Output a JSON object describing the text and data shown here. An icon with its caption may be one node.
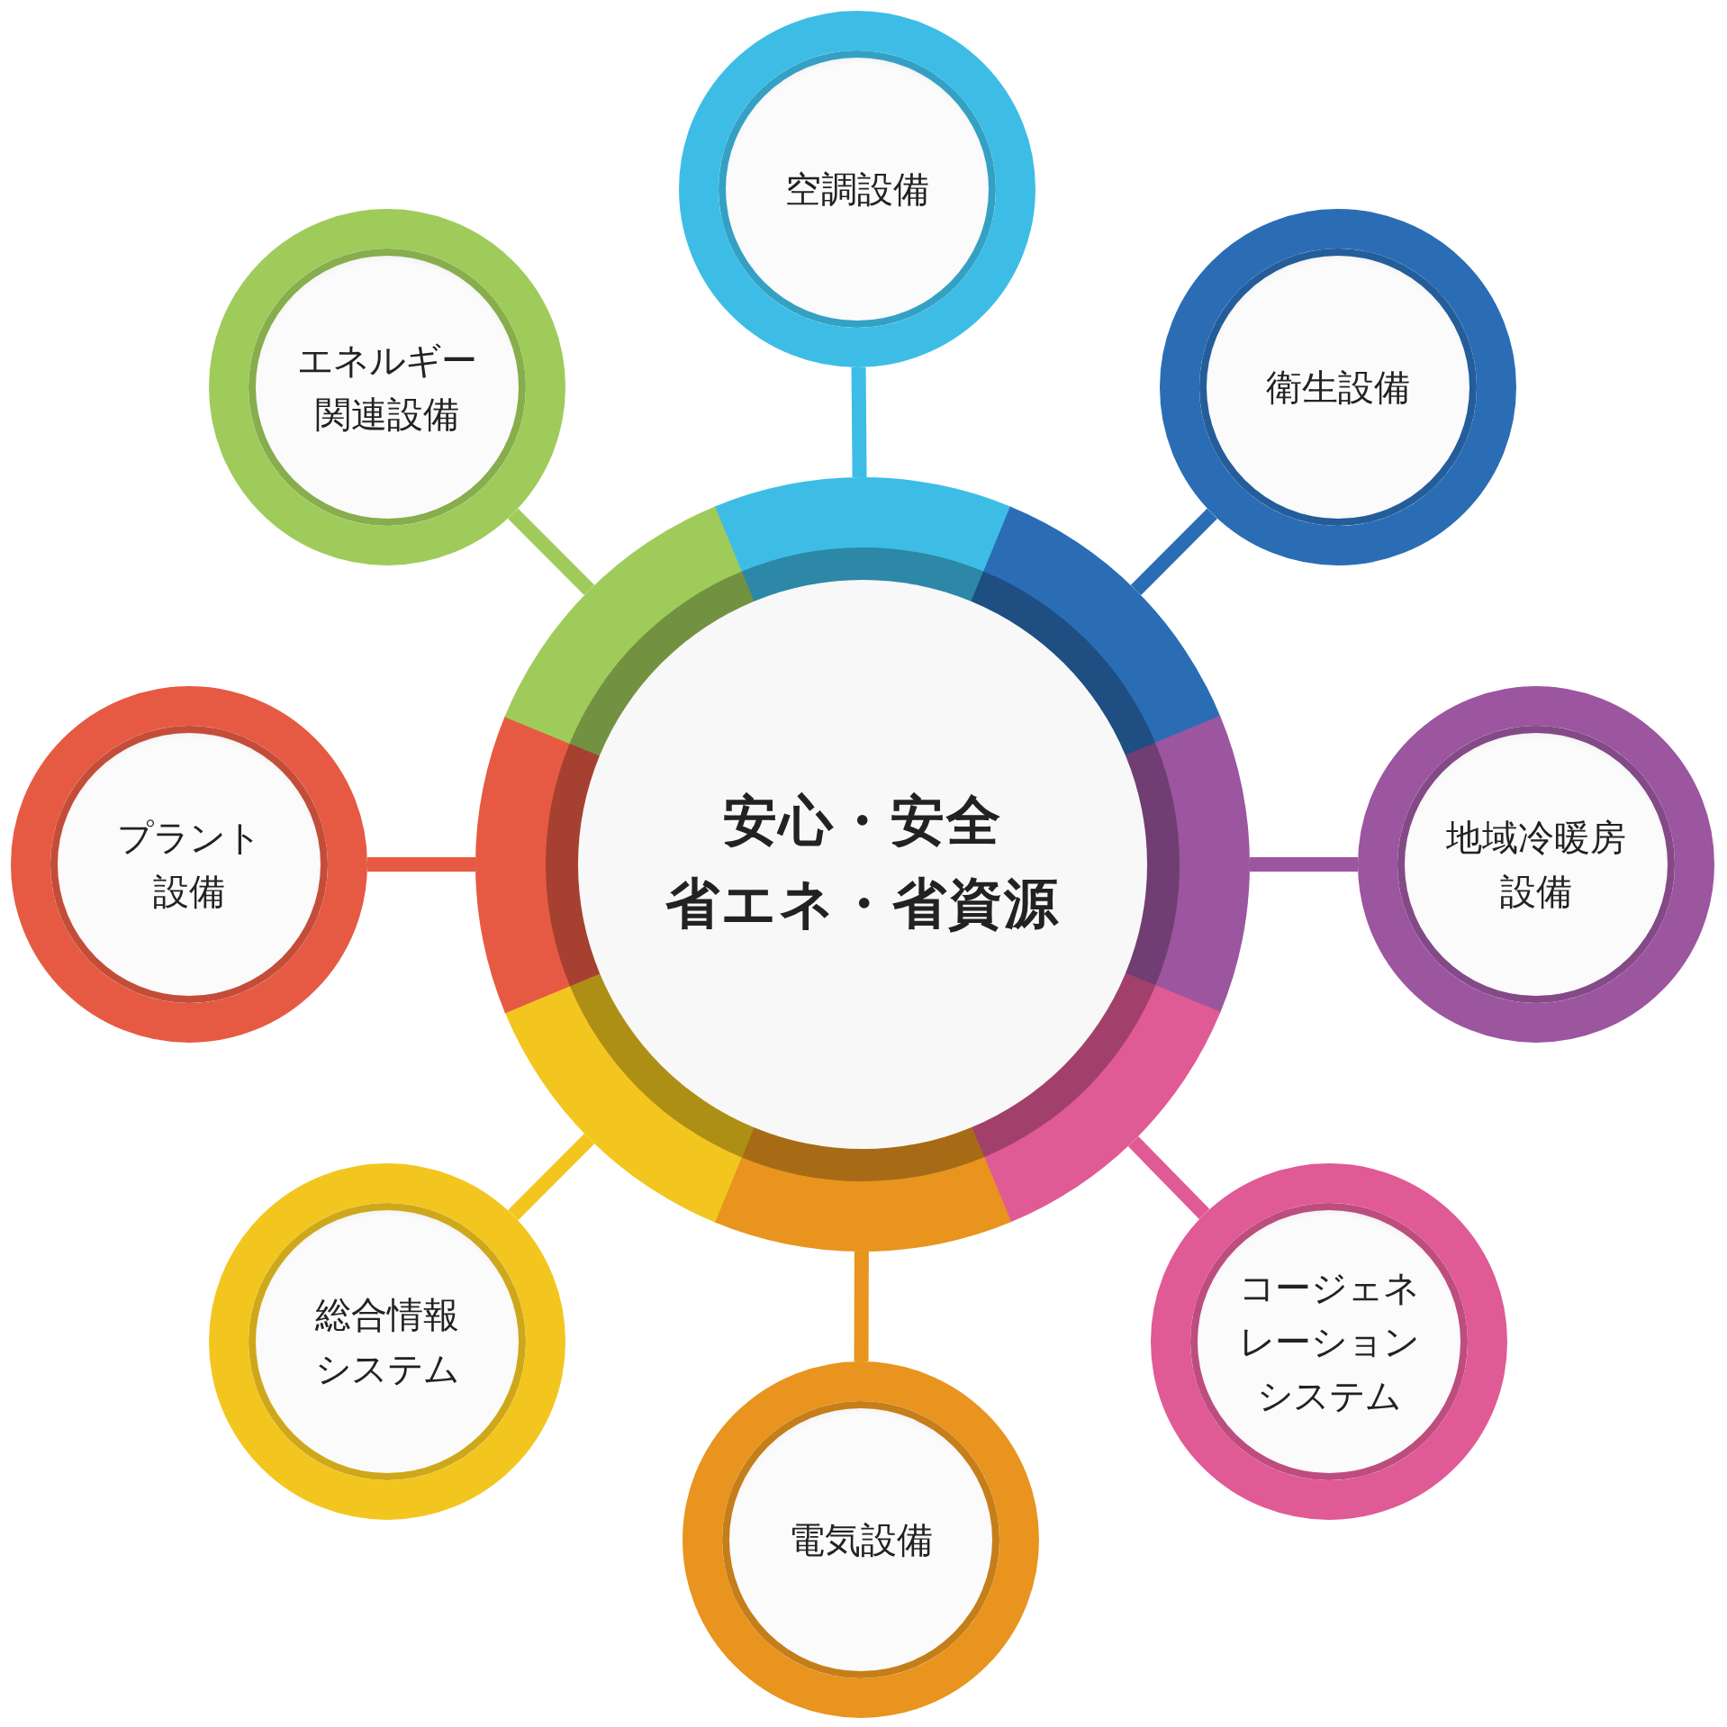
{
  "diagram": {
    "nodes": [
      {
        "text": [
          "安心・安全",
          "省エネ・省資源"
        ]
      },
      {
        "text": [
          "空調設備"
        ]
      },
      {
        "text": [
          "衛生設備"
        ]
      },
      {
        "text": [
          "地域冷暖房設備"
        ]
      },
      {
        "text": [
          "コージェネレーションシステム"
        ]
      },
      {
        "text": [
          "電気設備"
        ]
      },
      {
        "text": [
          "総合情報システム"
        ]
      },
      {
        "text": [
          "プラント設備"
        ]
      },
      {
        "text": [
          "エネルギー関連設備"
        ]
      }
    ],
    "edges": [
      {
        "from": 0,
        "to": 1,
        "arrow": "none",
        "color": "#3dbde6"
      },
      {
        "from": 0,
        "to": 2,
        "arrow": "none",
        "color": "#2a6db5"
      },
      {
        "from": 0,
        "to": 3,
        "arrow": "none",
        "color": "#9b569f"
      },
      {
        "from": 0,
        "to": 4,
        "arrow": "none",
        "color": "#e05a95"
      },
      {
        "from": 0,
        "to": 5,
        "arrow": "none",
        "color": "#e8941e"
      },
      {
        "from": 0,
        "to": 6,
        "arrow": "none",
        "color": "#f2c61f"
      },
      {
        "from": 0,
        "to": 7,
        "arrow": "none",
        "color": "#e65a44"
      },
      {
        "from": 0,
        "to": 8,
        "arrow": "none",
        "color": "#9fcb5b"
      }
    ]
  }
}
